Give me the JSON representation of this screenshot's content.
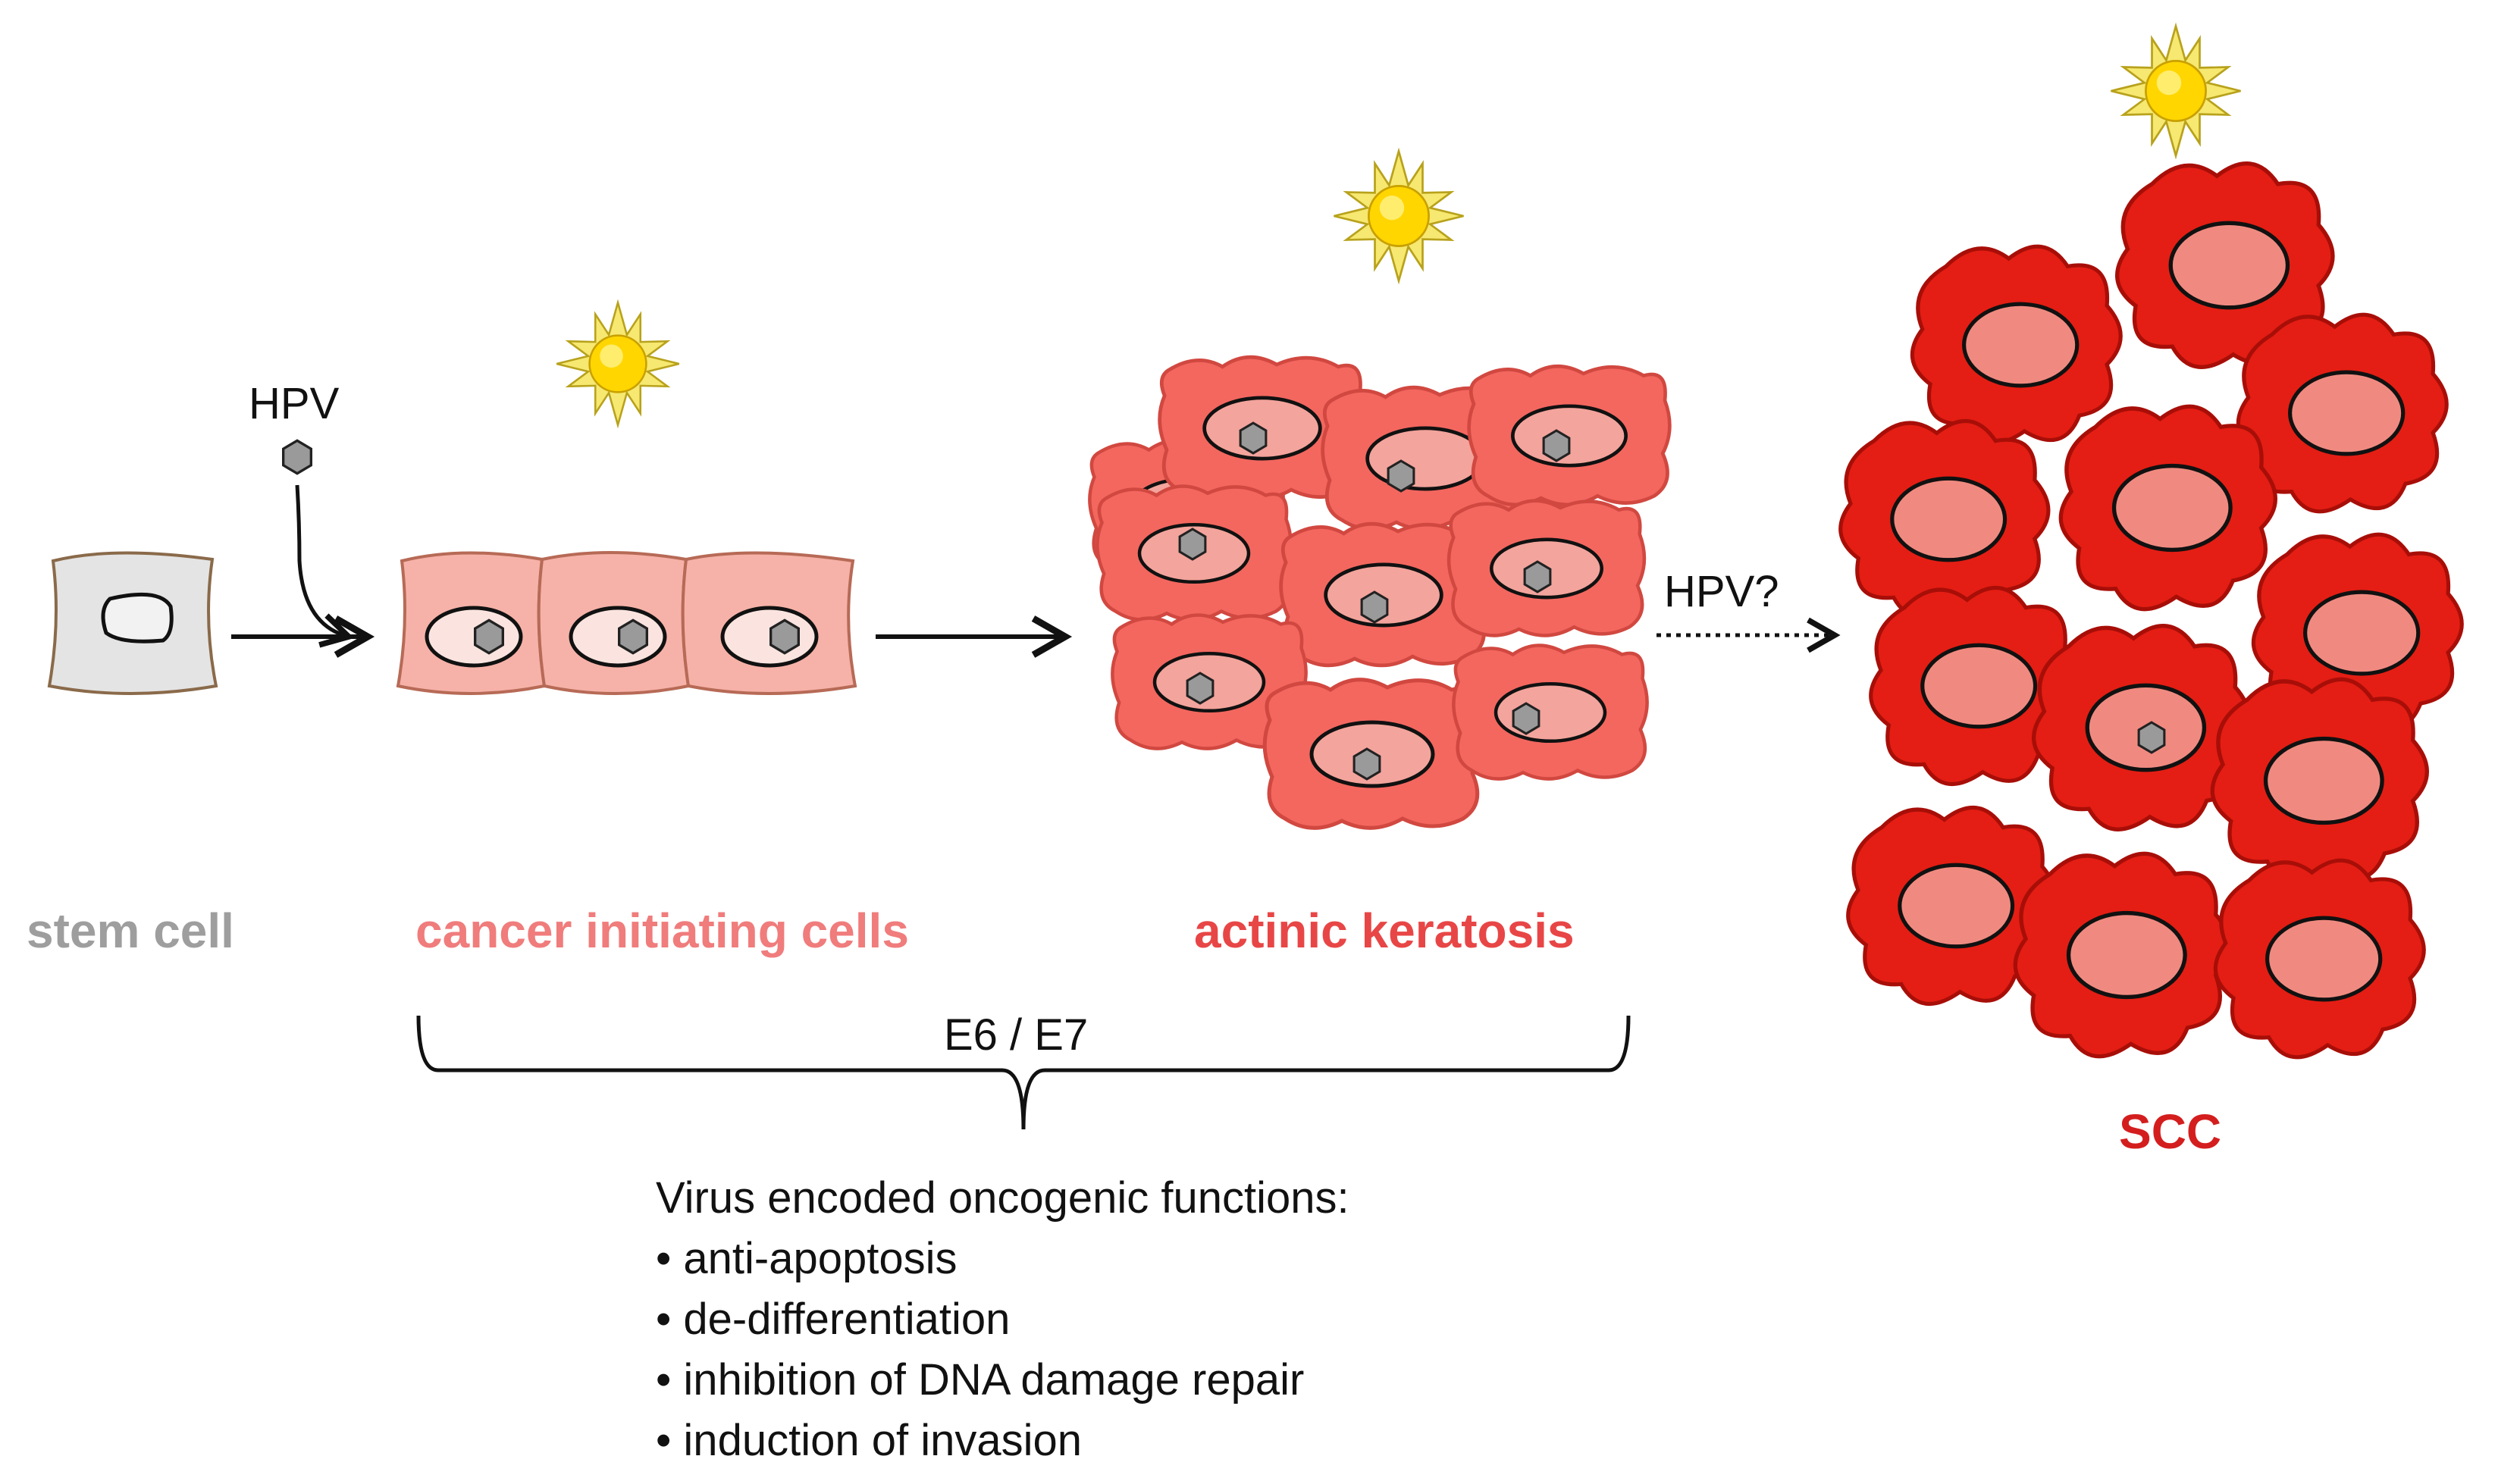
{
  "labels": {
    "hpv": "HPV",
    "hpv_question": "HPV?",
    "bracket_label": "E6 / E7"
  },
  "stages": [
    {
      "id": "stem",
      "label": "stem cell",
      "color": "#9e9e9e"
    },
    {
      "id": "initiating",
      "label": "cancer initiating cells",
      "color": "#f07c7c"
    },
    {
      "id": "keratosis",
      "label": "actinic keratosis",
      "color": "#e84646"
    },
    {
      "id": "scc",
      "label": "SCC",
      "color": "#d41e1e"
    }
  ],
  "functions": {
    "title": "Virus encoded oncogenic functions:",
    "items": [
      "• anti-apoptosis",
      "• de-differentiation",
      "• inhibition of DNA damage repair",
      "• induction of invasion"
    ]
  },
  "colors": {
    "stem_cell_fill": "#e6e6e6",
    "initiating_fill": "#f6b2a8",
    "keratosis_fill": "#f36c62",
    "scc_fill": "#e41e14",
    "nucleus_scc": "#f0857a",
    "sun": "#ffd800",
    "sun_rays": "#f2e15a",
    "virus": "#8a8a8a"
  }
}
